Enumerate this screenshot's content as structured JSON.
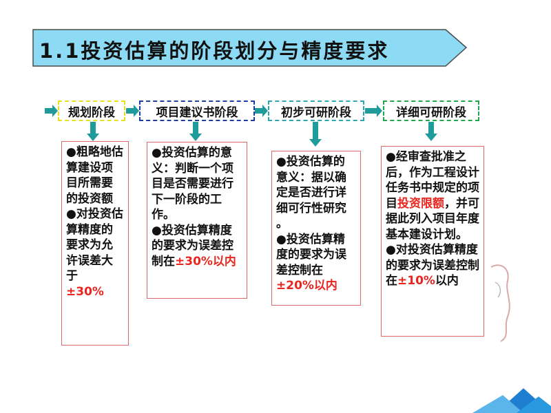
{
  "title": "1.1投资估算的阶段划分与精度要求",
  "colors": {
    "banner": "#8ddaf5",
    "arrow": "#1f9b9b",
    "box_border": "#e06a6a",
    "highlight": "#e8251e",
    "stage_borders": [
      "#e8e01a",
      "#1e3e9e",
      "#2aa7b0",
      "#1fa84a"
    ]
  },
  "stages": [
    {
      "label": "规划阶段"
    },
    {
      "label": "项目建议书阶段"
    },
    {
      "label": "初步可研阶段"
    },
    {
      "label": "详细可研阶段"
    }
  ],
  "boxes": [
    {
      "p1": "●粗略地估算建设项目所需要的投资额",
      "p2": "●对投资估算精度的要求为允许误差大于",
      "p2_red": "±30%"
    },
    {
      "p1": "●投资估算的意义：判断一个项目是否需要进行下一阶段的工作。",
      "p2": "●投资估算精度的要求为误差控制在",
      "p2_red": "±30%以内"
    },
    {
      "p1": "●投资估算的意义：据以确定是否进行详细可行性研究 。",
      "p2": "●投资估算精度的要求为误差控制在",
      "p2_red": "±20%以内"
    },
    {
      "p1_a": "●经审查批准之后，作为工程设计任务书中规定的项目",
      "p1_red": "投资限额",
      "p1_b": "，并可据此列入项目年度基本建设计划。",
      "p2": "●对投资估算精度的要求为误差控制在",
      "p2_red": "±10%",
      "p2_tail": "以内"
    }
  ]
}
